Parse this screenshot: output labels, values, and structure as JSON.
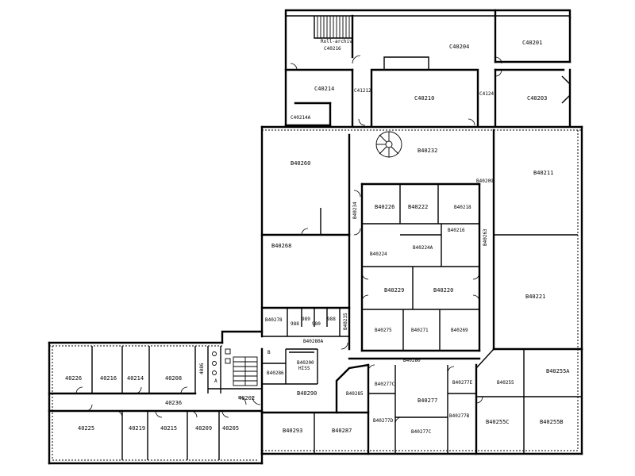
{
  "rooms": [
    {
      "id": "r_c40216_name",
      "label": "Roll-archiv"
    },
    {
      "id": "r_c40216",
      "label": "C40216"
    },
    {
      "id": "r_c40204",
      "label": "C40204"
    },
    {
      "id": "r_c40201",
      "label": "C40201"
    },
    {
      "id": "r_c40214",
      "label": "C40214"
    },
    {
      "id": "r_c4121",
      "label": "C41212"
    },
    {
      "id": "r_c40210",
      "label": "C40210"
    },
    {
      "id": "r_c4124",
      "label": "C4124"
    },
    {
      "id": "r_c40203",
      "label": "C40203"
    },
    {
      "id": "r_c40214a",
      "label": "C40214A"
    },
    {
      "id": "r_b40232",
      "label": "B40232"
    },
    {
      "id": "r_b40260",
      "label": "B40260"
    },
    {
      "id": "r_b40209",
      "label": "B40209"
    },
    {
      "id": "r_b40211",
      "label": "B40211"
    },
    {
      "id": "r_b40234",
      "label": "B40234"
    },
    {
      "id": "r_b40226",
      "label": "B40226"
    },
    {
      "id": "r_b40222",
      "label": "B40222"
    },
    {
      "id": "r_b40218",
      "label": "B40218"
    },
    {
      "id": "r_b40216",
      "label": "B40216"
    },
    {
      "id": "r_b40263",
      "label": "B40263"
    },
    {
      "id": "r_b40268",
      "label": "B40268"
    },
    {
      "id": "r_b40224",
      "label": "B40224"
    },
    {
      "id": "r_b40224a",
      "label": "B40224A"
    },
    {
      "id": "r_b40229",
      "label": "B40229"
    },
    {
      "id": "r_b40220",
      "label": "B40220"
    },
    {
      "id": "r_b40221",
      "label": "B40221"
    },
    {
      "id": "r_b40278",
      "label": "B40278"
    },
    {
      "id": "r_b40275",
      "label": "B40275"
    },
    {
      "id": "r_b40271",
      "label": "B40271"
    },
    {
      "id": "r_b40269",
      "label": "B40269"
    },
    {
      "id": "r_b40235",
      "label": "B40235"
    },
    {
      "id": "r_b40280a",
      "label": "B40280A"
    },
    {
      "id": "r_b40280",
      "label": "B40280"
    },
    {
      "id": "r_b40200",
      "label": "B40200"
    },
    {
      "id": "r_hiss",
      "label": "HISS"
    },
    {
      "id": "r_b40286",
      "label": "B40286"
    },
    {
      "id": "r_b40290",
      "label": "B40290"
    },
    {
      "id": "r_b40285",
      "label": "B40285"
    },
    {
      "id": "r_b40277c_top",
      "label": "B40277C"
    },
    {
      "id": "r_b40277e",
      "label": "B40277E"
    },
    {
      "id": "r_b40277",
      "label": "B40277"
    },
    {
      "id": "r_b40255",
      "label": "B40255"
    },
    {
      "id": "r_b40255a",
      "label": "B40255A"
    },
    {
      "id": "r_b40277b",
      "label": "B40277B"
    },
    {
      "id": "r_b40277d",
      "label": "B40277D"
    },
    {
      "id": "r_b40277c",
      "label": "B40277C"
    },
    {
      "id": "r_b40255c",
      "label": "B40255C"
    },
    {
      "id": "r_b40255b",
      "label": "B40255B"
    },
    {
      "id": "r_b40293",
      "label": "B40293"
    },
    {
      "id": "r_b40287",
      "label": "B40287"
    },
    {
      "id": "r_40226",
      "label": "40226"
    },
    {
      "id": "r_40216",
      "label": "40216"
    },
    {
      "id": "r_40214",
      "label": "40214"
    },
    {
      "id": "r_40208",
      "label": "40208"
    },
    {
      "id": "r_40236",
      "label": "40236"
    },
    {
      "id": "r_40225",
      "label": "40225"
    },
    {
      "id": "r_40219",
      "label": "40219"
    },
    {
      "id": "r_40215",
      "label": "40215"
    },
    {
      "id": "r_40209",
      "label": "40209"
    },
    {
      "id": "r_40205",
      "label": "40205"
    },
    {
      "id": "r_40202",
      "label": "40202"
    },
    {
      "id": "r_4086",
      "label": "4086"
    },
    {
      "id": "r_a",
      "label": "A"
    },
    {
      "id": "r_b",
      "label": "B"
    },
    {
      "id": "r_988",
      "label": "988"
    },
    {
      "id": "r_989",
      "label": "989"
    },
    {
      "id": "r_980",
      "label": "980"
    },
    {
      "id": "r_988b",
      "label": "988"
    }
  ]
}
